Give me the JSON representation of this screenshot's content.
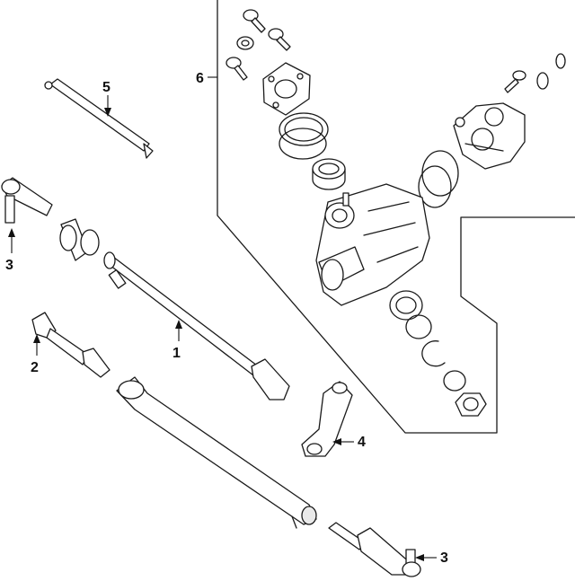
{
  "callouts": {
    "c1": "1",
    "c2": "2",
    "c3_top": "3",
    "c3_bottom": "3",
    "c4": "4",
    "c5": "5",
    "c6": "6"
  },
  "parts": [
    {
      "callout": "1",
      "name": "tie-rod-sleeve"
    },
    {
      "callout": "2",
      "name": "inner-tie-rod-end"
    },
    {
      "callout": "3",
      "name": "outer-tie-rod-end"
    },
    {
      "callout": "4",
      "name": "pitman-arm"
    },
    {
      "callout": "5",
      "name": "steering-damper"
    },
    {
      "callout": "6",
      "name": "steering-gear-assembly"
    }
  ],
  "colors": {
    "ink": "#1a1a1a",
    "background": "#ffffff"
  }
}
